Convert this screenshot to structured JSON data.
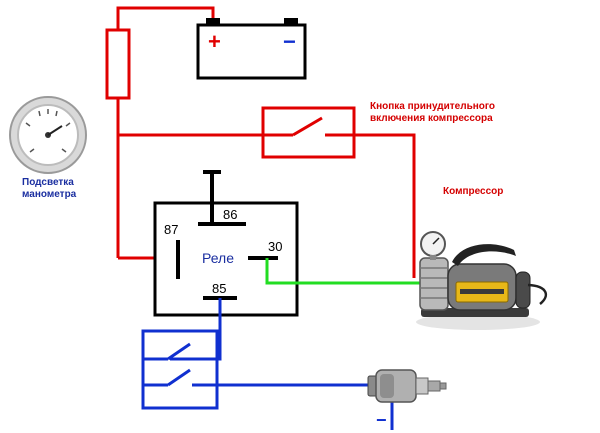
{
  "battery": {
    "plus": "+",
    "minus": "−"
  },
  "gauge_label": {
    "line1": "Подсветка",
    "line2": "манометра"
  },
  "button_label": {
    "line1": "Кнопка принудительного",
    "line2": "включения компрессора"
  },
  "compressor_label": "Компрессор",
  "relay": {
    "label": "Реле",
    "pin86": "86",
    "pin87": "87",
    "pin30": "30",
    "pin85": "85"
  },
  "ground_symbol": "−",
  "colors": {
    "red": "#e00000",
    "green": "#22dd22",
    "blue": "#1030d0",
    "black": "#000000",
    "label_blue": "#1a2ea0",
    "label_red": "#d40000"
  }
}
